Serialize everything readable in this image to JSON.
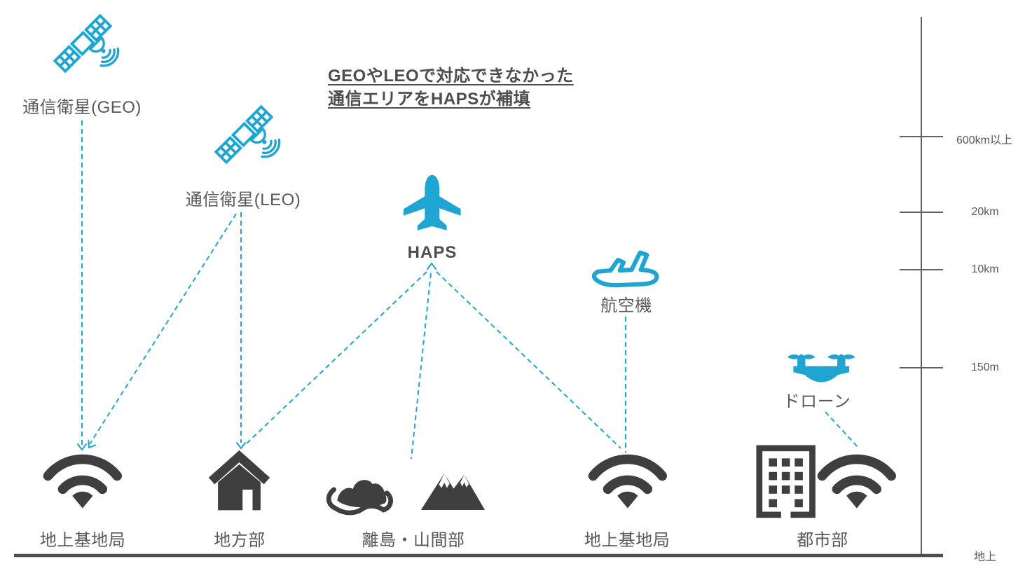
{
  "heading": {
    "line1": "GEOやLEOで対応できなかった",
    "line2": "通信エリアをHAPSが補填"
  },
  "nodes": {
    "geo": {
      "label": "通信衛星(GEO)",
      "icon": "satellite-icon"
    },
    "leo": {
      "label": "通信衛星(LEO)",
      "icon": "satellite-icon"
    },
    "haps": {
      "label": "HAPS",
      "icon": "airplane-up-icon"
    },
    "aircraft": {
      "label": "航空機",
      "icon": "airplane-outline-icon"
    },
    "drone": {
      "label": "ドローン",
      "icon": "drone-icon"
    },
    "base_left": {
      "label": "地上基地局",
      "icon": "wifi-icon"
    },
    "rural": {
      "label": "地方部",
      "icon": "house-icon"
    },
    "island": {
      "label": "離島・山間部",
      "icon": "island-and-mountain-icon"
    },
    "base_right": {
      "label": "地上基地局",
      "icon": "wifi-icon"
    },
    "urban": {
      "label": "都市部",
      "icon": "building-and-wifi-icon"
    }
  },
  "links": [
    {
      "from": "geo",
      "to": "base_left",
      "style": "dashed-arrow-down"
    },
    {
      "from": "leo",
      "to": "rural",
      "style": "dashed-arrow-down"
    },
    {
      "from": "leo",
      "to": "base_left",
      "style": "dashed-arrow-down"
    },
    {
      "from": "rural",
      "to": "haps",
      "style": "dashed-arrow-up"
    },
    {
      "from": "island",
      "to": "haps",
      "style": "dashed-arrow-up"
    },
    {
      "from": "base_right",
      "to": "haps",
      "style": "dashed-arrow-up"
    },
    {
      "from": "aircraft",
      "to": "base_right",
      "style": "dashed"
    },
    {
      "from": "drone",
      "to": "urban",
      "style": "dashed"
    }
  ],
  "axis": {
    "ticks": [
      "600km以上",
      "20km",
      "10km",
      "150m"
    ],
    "ground_label": "地上"
  },
  "colors": {
    "accent": "#1FA5D2",
    "icon": "#3F3F3F",
    "text": "#595959",
    "heading": "#4D4D4D",
    "axis": "#606060"
  }
}
